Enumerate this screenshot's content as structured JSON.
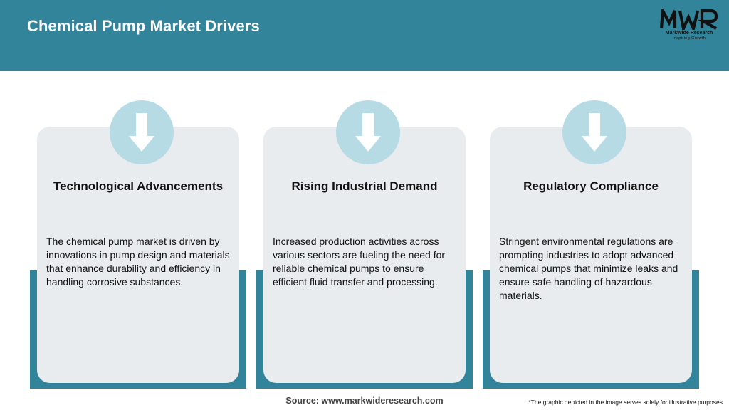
{
  "header": {
    "title": "Chemical Pump Market Drivers",
    "background_color": "#32849a"
  },
  "logo": {
    "mark": "MWR",
    "name": "MarkWide Research",
    "tagline": "Inspiring Growth"
  },
  "cards": [
    {
      "icon": "down-arrow-icon",
      "heading": "Technological Advancements",
      "text": "The chemical pump market is driven by innovations in pump design and materials that enhance durability and efficiency in handling corrosive substances."
    },
    {
      "icon": "down-arrow-icon",
      "heading": "Rising Industrial Demand",
      "text": "Increased production activities across various sectors are fueling the need for reliable chemical pumps to ensure efficient fluid transfer and processing."
    },
    {
      "icon": "down-arrow-icon",
      "heading": "Regulatory Compliance",
      "text": "Stringent environmental regulations are prompting industries to adopt advanced chemical pumps that minimize leaks and ensure safe handling of hazardous materials."
    }
  ],
  "footer": {
    "source": "Source: www.markwideresearch.com",
    "disclaimer": "*The graphic depicted in the image serves solely for illustrative purposes"
  },
  "colors": {
    "accent": "#32849a",
    "card_background": "#e8ecee",
    "icon_circle": "#b6dbe5"
  }
}
